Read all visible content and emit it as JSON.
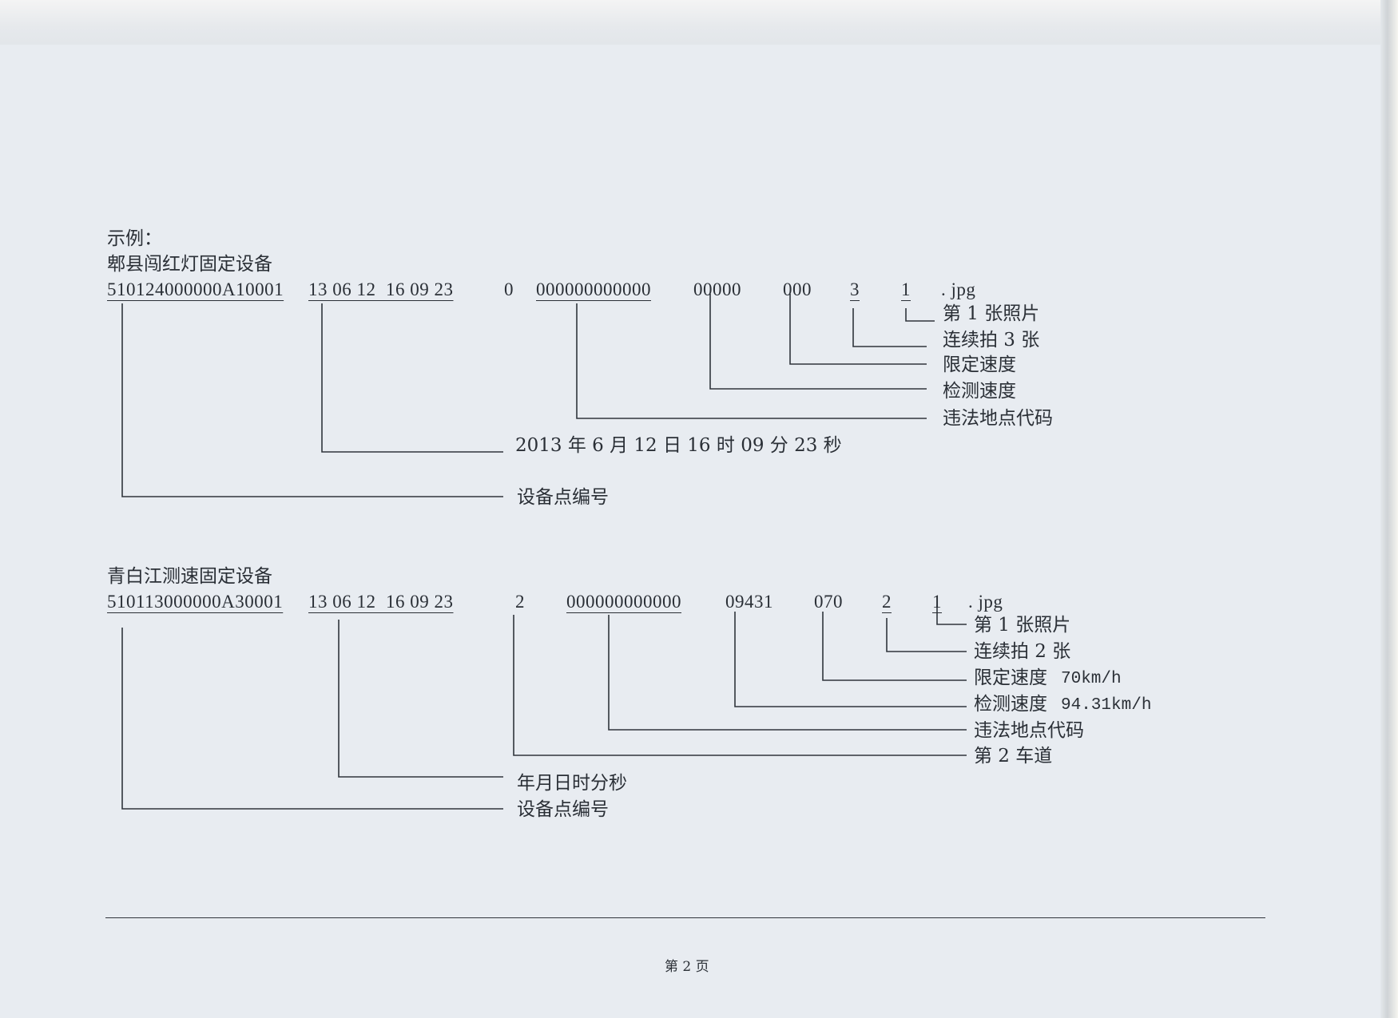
{
  "heading": "示例：",
  "example1": {
    "title": "郫县闯红灯固定设备",
    "device_code": "510124000000A10001",
    "datetime": "13 06 12  16 09 23",
    "lane": "0",
    "location_code": "000000000000",
    "detect_speed": "00000",
    "limit_speed": "000",
    "photo_count": "3",
    "photo_index": "1",
    "ext": ". jpg",
    "labels": {
      "photo_index": "第 1 张照片",
      "photo_count": "连续拍 3 张",
      "limit_speed": "限定速度",
      "detect_speed": "检测速度",
      "location_code": "违法地点代码",
      "datetime": "2013 年 6 月 12 日 16 时 09 分 23 秒",
      "device_code": "设备点编号"
    }
  },
  "example2": {
    "title": "青白江测速固定设备",
    "device_code": "510113000000A30001",
    "datetime": "13 06 12  16 09 23",
    "lane": "2",
    "location_code": "000000000000",
    "detect_speed": "09431",
    "limit_speed": "070",
    "photo_count": "2",
    "photo_index": "1",
    "ext": ". jpg",
    "labels": {
      "photo_index": "第 1 张照片",
      "photo_count": "连续拍 2 张",
      "limit_speed": "限定速度",
      "limit_speed_value": "70km/h",
      "detect_speed": "检测速度",
      "detect_speed_value": "94.31km/h",
      "location_code": "违法地点代码",
      "lane": "第 2 车道",
      "datetime": "年月日时分秒",
      "device_code": "设备点编号"
    }
  },
  "footer": {
    "page_number": "第 2 页"
  }
}
